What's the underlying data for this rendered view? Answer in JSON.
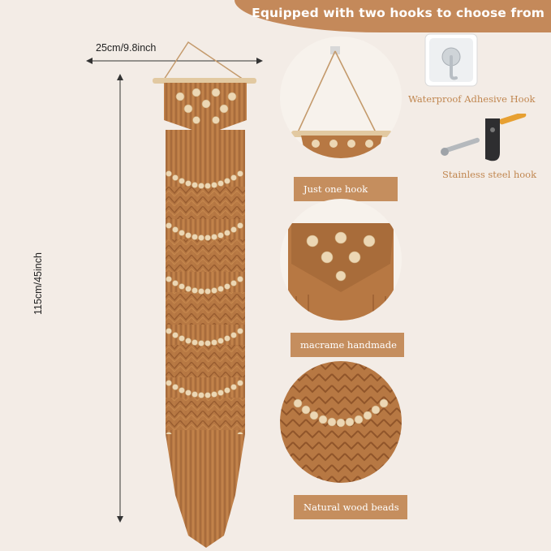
{
  "header": {
    "title": "Equipped with two hooks to choose from"
  },
  "dimensions": {
    "width": "25cm/9.8inch",
    "height": "115cm/45inch"
  },
  "details": [
    {
      "caption": "Just one hook"
    },
    {
      "caption": "macrame handmade"
    },
    {
      "caption": "Natural wood beads"
    }
  ],
  "hooks": {
    "adhesive": "Waterproof Adhesive Hook",
    "steel": "Stainless steel hook"
  },
  "colors": {
    "cord": "#b97a45",
    "cord_dark": "#8f5a2e",
    "bead": "#e9d3b0",
    "accent": "#c58e5e",
    "background": "#f3ece6"
  }
}
